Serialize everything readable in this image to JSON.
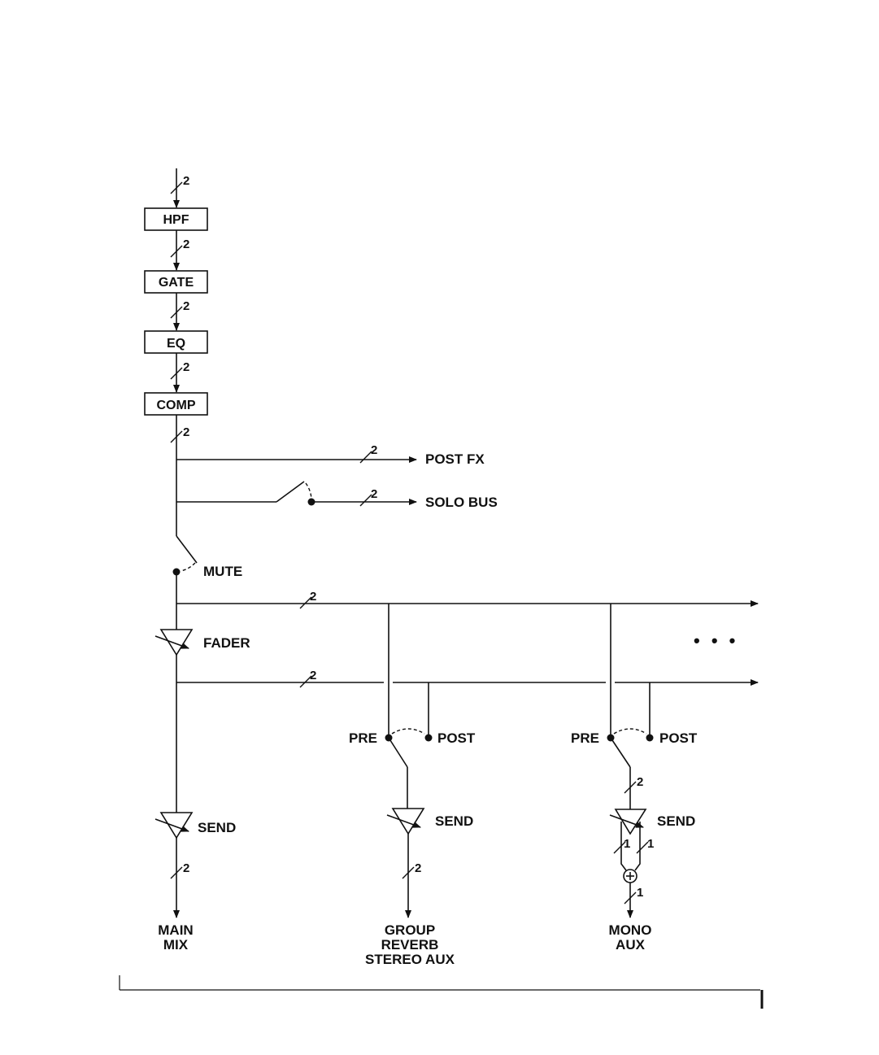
{
  "blocks": {
    "hpf": "HPF",
    "gate": "GATE",
    "eq": "EQ",
    "comp": "COMP"
  },
  "outputs": {
    "post_fx": "POST FX",
    "solo_bus": "SOLO BUS"
  },
  "controls": {
    "mute": "MUTE",
    "fader": "FADER",
    "send": "SEND",
    "pre": "PRE",
    "post": "POST"
  },
  "destinations": {
    "main_mix": [
      "MAIN",
      "MIX"
    ],
    "group_reverb_stereo_aux": [
      "GROUP",
      "REVERB",
      "STEREO AUX"
    ],
    "mono_aux": [
      "MONO",
      "AUX"
    ]
  },
  "channel_counts": {
    "stereo": "2",
    "mono": "1"
  },
  "ellipsis": "• • •"
}
